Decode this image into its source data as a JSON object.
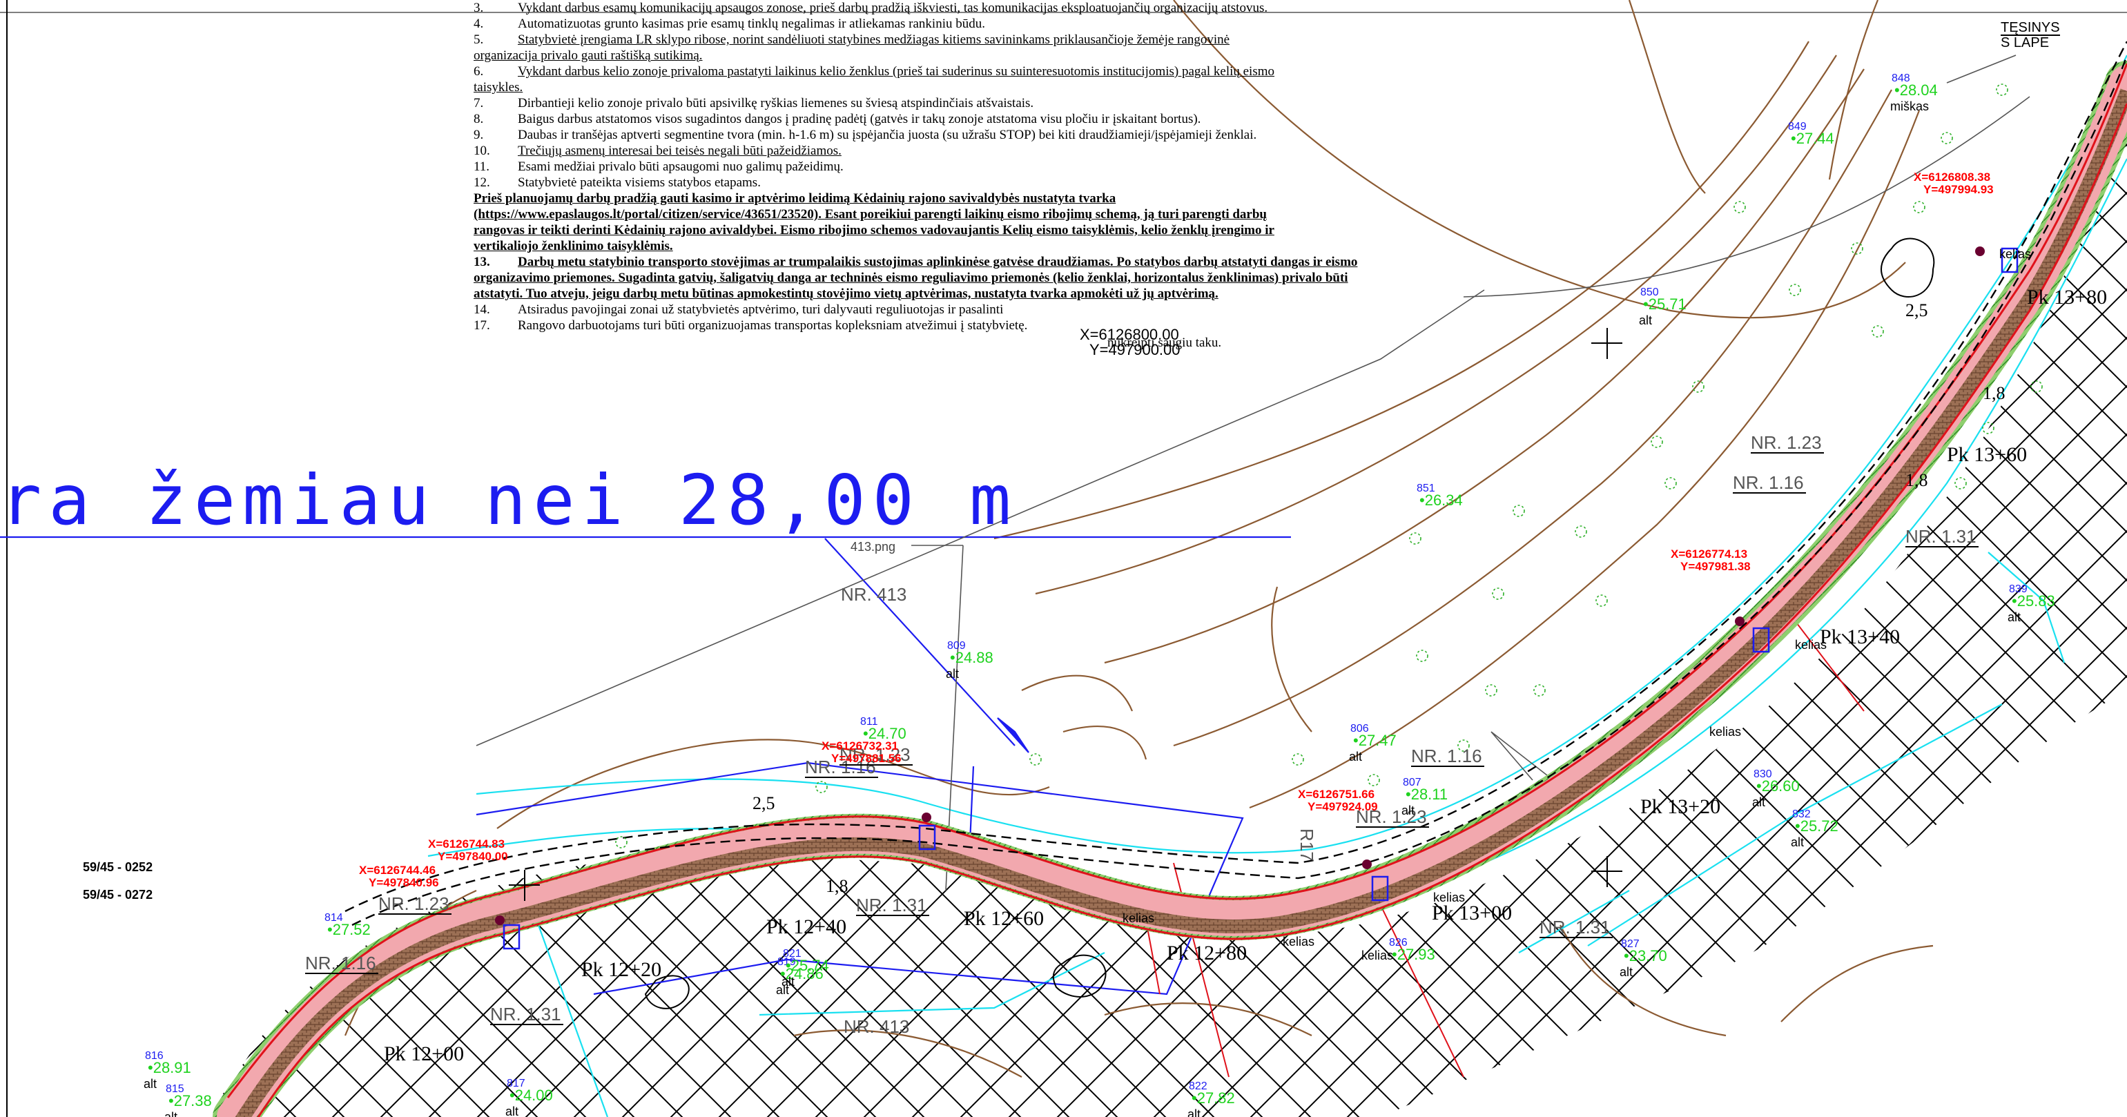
{
  "notes": {
    "lines": [
      {
        "num": "3.",
        "text": "Vykdant darbus esamų komunikacijų apsaugos zonose, prieš darbų pradžią iškviesti, tas komunikacijas eksploatuojančių organizacijų atstovus.",
        "style": "plain"
      },
      {
        "num": "4.",
        "text": "Automatizuotas grunto kasimas prie esamų tinklų negalimas ir atliekamas rankiniu būdu.",
        "style": "plain"
      },
      {
        "num": "5.",
        "text": "Statybvietė įrengiama LR  sklypo ribose, norint sandėliuoti statybines medžiagas kitiems savininkams priklausančioje žemėje rangovinė",
        "style": "u"
      },
      {
        "num": "",
        "text": "organizacija privalo gauti raštišką sutikimą.",
        "style": "u"
      },
      {
        "num": "6.",
        "text": "Vykdant darbus kelio zonoje privaloma pastatyti laikinus kelio ženklus (prieš tai suderinus su suinteresuotomis institucijomis) pagal kelių eismo",
        "style": "u"
      },
      {
        "num": "",
        "text": "taisykles.",
        "style": "u"
      },
      {
        "num": "7.",
        "text": "Dirbantieji kelio zonoje privalo būti apsivilkę ryškias liemenes su šviesą atspindinčiais atšvaistais.",
        "style": "plain"
      },
      {
        "num": "8.",
        "text": "Baigus darbus atstatomos visos sugadintos dangos į pradinę padėtį (gatvės ir takų zonoje atstatoma visu pločiu ir įskaitant bortus).",
        "style": "plain"
      },
      {
        "num": "9.",
        "text": "Daubas ir tranšėjas aptverti segmentine tvora (min. h-1.6 m) su  įspėjančia juosta (su užrašu STOP) bei kiti draudžiamieji/įspėjamieji ženklai.",
        "style": "plain"
      },
      {
        "num": "10.",
        "text": "Trečiųjų asmenų interesai bei teisės negali būti pažeidžiamos.",
        "style": "u"
      },
      {
        "num": "11.",
        "text": "Esami medžiai privalo būti apsaugomi nuo galimų pažeidimų.",
        "style": "plain"
      },
      {
        "num": "12.",
        "text": "Statybvietė pateikta visiems statybos etapams.",
        "style": "plain"
      },
      {
        "num": "",
        "text": "Prieš planuojamų darbų pradžią gauti kasimo ir aptvėrimo leidimą Kėdainių rajono savivaldybės nustatyta tvarka",
        "style": "bu"
      },
      {
        "num": "",
        "text": "(https://www.epaslaugos.lt/portal/citizen/service/43651/23520). Esant poreikiui parengti laikinų eismo ribojimų schemą, ją turi parengti darbų",
        "style": "bu"
      },
      {
        "num": "",
        "text": "rangovas ir teikti derinti Kėdainių rajono avivaldybei. Eismo ribojimo schemos vadovaujantis Kelių eismo taisyklėmis, kelio ženklų įrengimo ir",
        "style": "bu"
      },
      {
        "num": "",
        "text": "vertikaliojo ženklinimo taisyklėmis.",
        "style": "bu"
      },
      {
        "num": "13.",
        "text": "Darbų metu statybinio transporto stovėjimas ar trumpalaikis sustojimas  aplinkinėse gatvėse draudžiamas.  Po statybos darbų atstatyti dangas ir eismo",
        "style": "bu"
      },
      {
        "num": "",
        "text": "organizavimo priemones. Sugadinta gatvių, šaligatvių danga ar techninės eismo reguliavimo priemonės (kelio ženklai, horizontalus ženklinimas) privalo būti",
        "style": "bu"
      },
      {
        "num": "",
        "text": "atstatyti. Tuo atveju, jeigu darbų metu būtinas apmokestintų stovėjimo vietų aptvėrimas, nustatyta tvarka apmokėti už jų aptvėrimą.",
        "style": "bu"
      },
      {
        "num": "14.",
        "text": "Atsiradus pavojingai zonai už statybvietės aptvėrimo, turi dalyvauti reguliuotojas ir pasalinti",
        "style": "plain"
      },
      {
        "num": "17.",
        "text": "Rangovo darbuotojams turi būti organizuojamas transportas kopleksniam atvežimui į statybvietę.",
        "style": "plain"
      }
    ]
  },
  "big_label": "ra žemiau nei 28,00 m",
  "continue_box": {
    "line1": "TĘSINYS",
    "line2": "S LAPE"
  },
  "parcels": [
    "59/45 - 0252",
    "59/45 - 0272"
  ],
  "image_ref": "413.png",
  "redirect_text": "nukreipti saugiu taku.",
  "grid_ref": {
    "x": "X=6126800.00",
    "y": "Y=497900.00"
  },
  "chainages": [
    {
      "label": "Pk 12+00"
    },
    {
      "label": "Pk 12+20"
    },
    {
      "label": "Pk 12+40"
    },
    {
      "label": "Pk 12+60"
    },
    {
      "label": "Pk 12+80"
    },
    {
      "label": "Pk 13+00"
    },
    {
      "label": "Pk 13+20"
    },
    {
      "label": "Pk 13+40"
    },
    {
      "label": "Pk 13+60"
    },
    {
      "label": "Pk 13+80"
    }
  ],
  "signs": [
    {
      "label": "NR. 1.23"
    },
    {
      "label": "NR. 1.16"
    },
    {
      "label": "NR. 1.31"
    },
    {
      "label": "NR. 1.16"
    },
    {
      "label": "NR. 1.23"
    },
    {
      "label": "NR. 1.31"
    },
    {
      "label": "NR. 1.23"
    },
    {
      "label": "NR. 1.16"
    },
    {
      "label": "NR. 1.31"
    },
    {
      "label": "NR. 1.23"
    },
    {
      "label": "NR. 1.16"
    },
    {
      "label": "NR. 1.31"
    },
    {
      "label": "NR. 413"
    },
    {
      "label": "NR. 413"
    }
  ],
  "dims": [
    "2,5",
    "1,8",
    "2,5",
    "1,8",
    "1,8"
  ],
  "survey_points": [
    {
      "id": "848",
      "elev": "28.04",
      "note": "miškas"
    },
    {
      "id": "849",
      "elev": "27.44",
      "note": ""
    },
    {
      "id": "850",
      "elev": "25.71",
      "note": "alt"
    },
    {
      "id": "851",
      "elev": "26.34",
      "note": ""
    },
    {
      "id": "809",
      "elev": "24.88",
      "note": "alt"
    },
    {
      "id": "811",
      "elev": "24.70",
      "note": ""
    },
    {
      "id": "806",
      "elev": "27.47",
      "note": "alt"
    },
    {
      "id": "807",
      "elev": "28.11",
      "note": "alt"
    },
    {
      "id": "839",
      "elev": "25.83",
      "note": "alt"
    },
    {
      "id": "830",
      "elev": "26.60",
      "note": "alt"
    },
    {
      "id": "832",
      "elev": "25.72",
      "note": "alt"
    },
    {
      "id": "814",
      "elev": "27.52",
      "note": ""
    },
    {
      "id": "819",
      "elev": "24.86",
      "note": "alt"
    },
    {
      "id": "821",
      "elev": "25.74",
      "note": "alt"
    },
    {
      "id": "816",
      "elev": "28.91",
      "note": "alt"
    },
    {
      "id": "815",
      "elev": "27.38",
      "note": "alt"
    },
    {
      "id": "817",
      "elev": "24.00",
      "note": "alt"
    },
    {
      "id": "822",
      "elev": "27.82",
      "note": "alt"
    },
    {
      "id": "827",
      "elev": "23.70",
      "note": "alt"
    },
    {
      "id": "826",
      "elev": "27.93",
      "note": ""
    }
  ],
  "coords": [
    {
      "x": "X=6126808.38",
      "y": "Y=497994.93"
    },
    {
      "x": "X=6126774.13",
      "y": "Y=497981.38"
    },
    {
      "x": "X=6126751.66",
      "y": "Y=497924.09"
    },
    {
      "x": "X=6126732.31",
      "y": "Y=497881.56"
    },
    {
      "x": "X=6126744.83",
      "y": "Y=497840.00"
    },
    {
      "x": "X=6126744.46",
      "y": "Y=497840.96"
    }
  ],
  "road_label": "kelias",
  "colors": {
    "road_fill": "#f2a8ae",
    "road_edge": "#e0121b",
    "brick": "#8a5f44",
    "verge": "#2f9a2a",
    "contour": "#8b5a32",
    "hatch": "#000000",
    "cyan": "#19e0f0",
    "blue": "#1c1cf0",
    "label_green": "#1ed21e",
    "label_red": "#ff0000"
  }
}
